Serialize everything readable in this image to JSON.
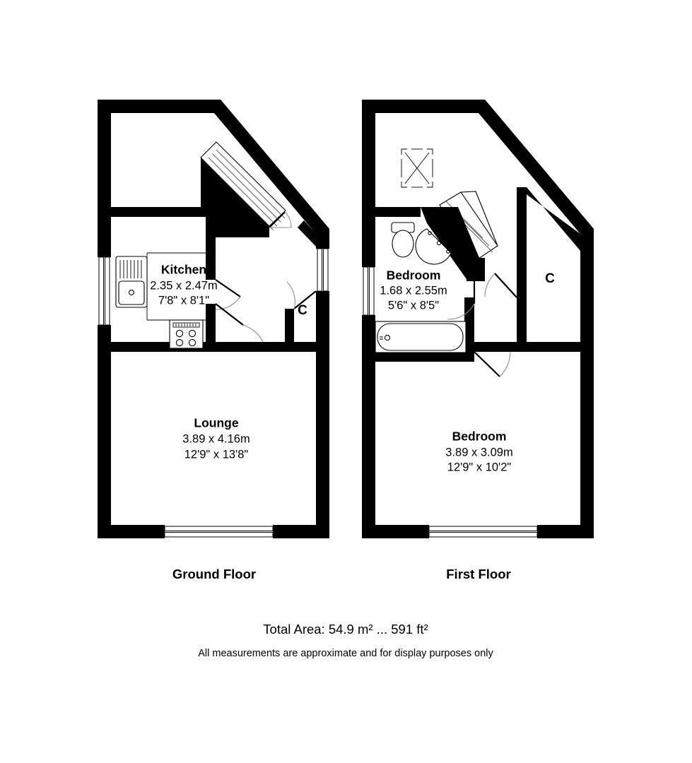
{
  "document": {
    "type": "floor-plan",
    "background_color": "#ffffff",
    "wall_color": "#000000"
  },
  "floors": [
    {
      "id": "ground",
      "title": "Ground Floor",
      "rooms": [
        {
          "id": "kitchen",
          "name": "Kitchen",
          "dim_metric": "2.35 x 2.47m",
          "dim_imperial": "7'8\" x 8'1\"",
          "fixtures": [
            "sink-with-drainer",
            "cooker-hob"
          ]
        },
        {
          "id": "lounge",
          "name": "Lounge",
          "dim_metric": "3.89 x 4.16m",
          "dim_imperial": "12'9\" x 13'8\"",
          "fixtures": []
        },
        {
          "id": "ground-cupboard",
          "name": "C",
          "dim_metric": "",
          "dim_imperial": "",
          "fixtures": []
        }
      ],
      "features": [
        "staircase",
        "entrance-door",
        "windows"
      ]
    },
    {
      "id": "first",
      "title": "First Floor",
      "rooms": [
        {
          "id": "bathroom-bedroom",
          "name": "Bedroom",
          "dim_metric": "1.68 x 2.55m",
          "dim_imperial": "5'6\" x 8'5\"",
          "fixtures": [
            "toilet",
            "wash-basin",
            "bath"
          ]
        },
        {
          "id": "main-bedroom",
          "name": "Bedroom",
          "dim_metric": "3.89 x 3.09m",
          "dim_imperial": "12'9\" x 10'2\"",
          "fixtures": []
        },
        {
          "id": "first-cupboard",
          "name": "C",
          "dim_metric": "",
          "dim_imperial": "",
          "fixtures": []
        }
      ],
      "features": [
        "staircase",
        "loft-hatch",
        "windows"
      ]
    }
  ],
  "footer": {
    "total_area": "Total Area: 54.9 m² ... 591 ft²",
    "disclaimer": "All measurements are approximate and for display purposes only"
  }
}
